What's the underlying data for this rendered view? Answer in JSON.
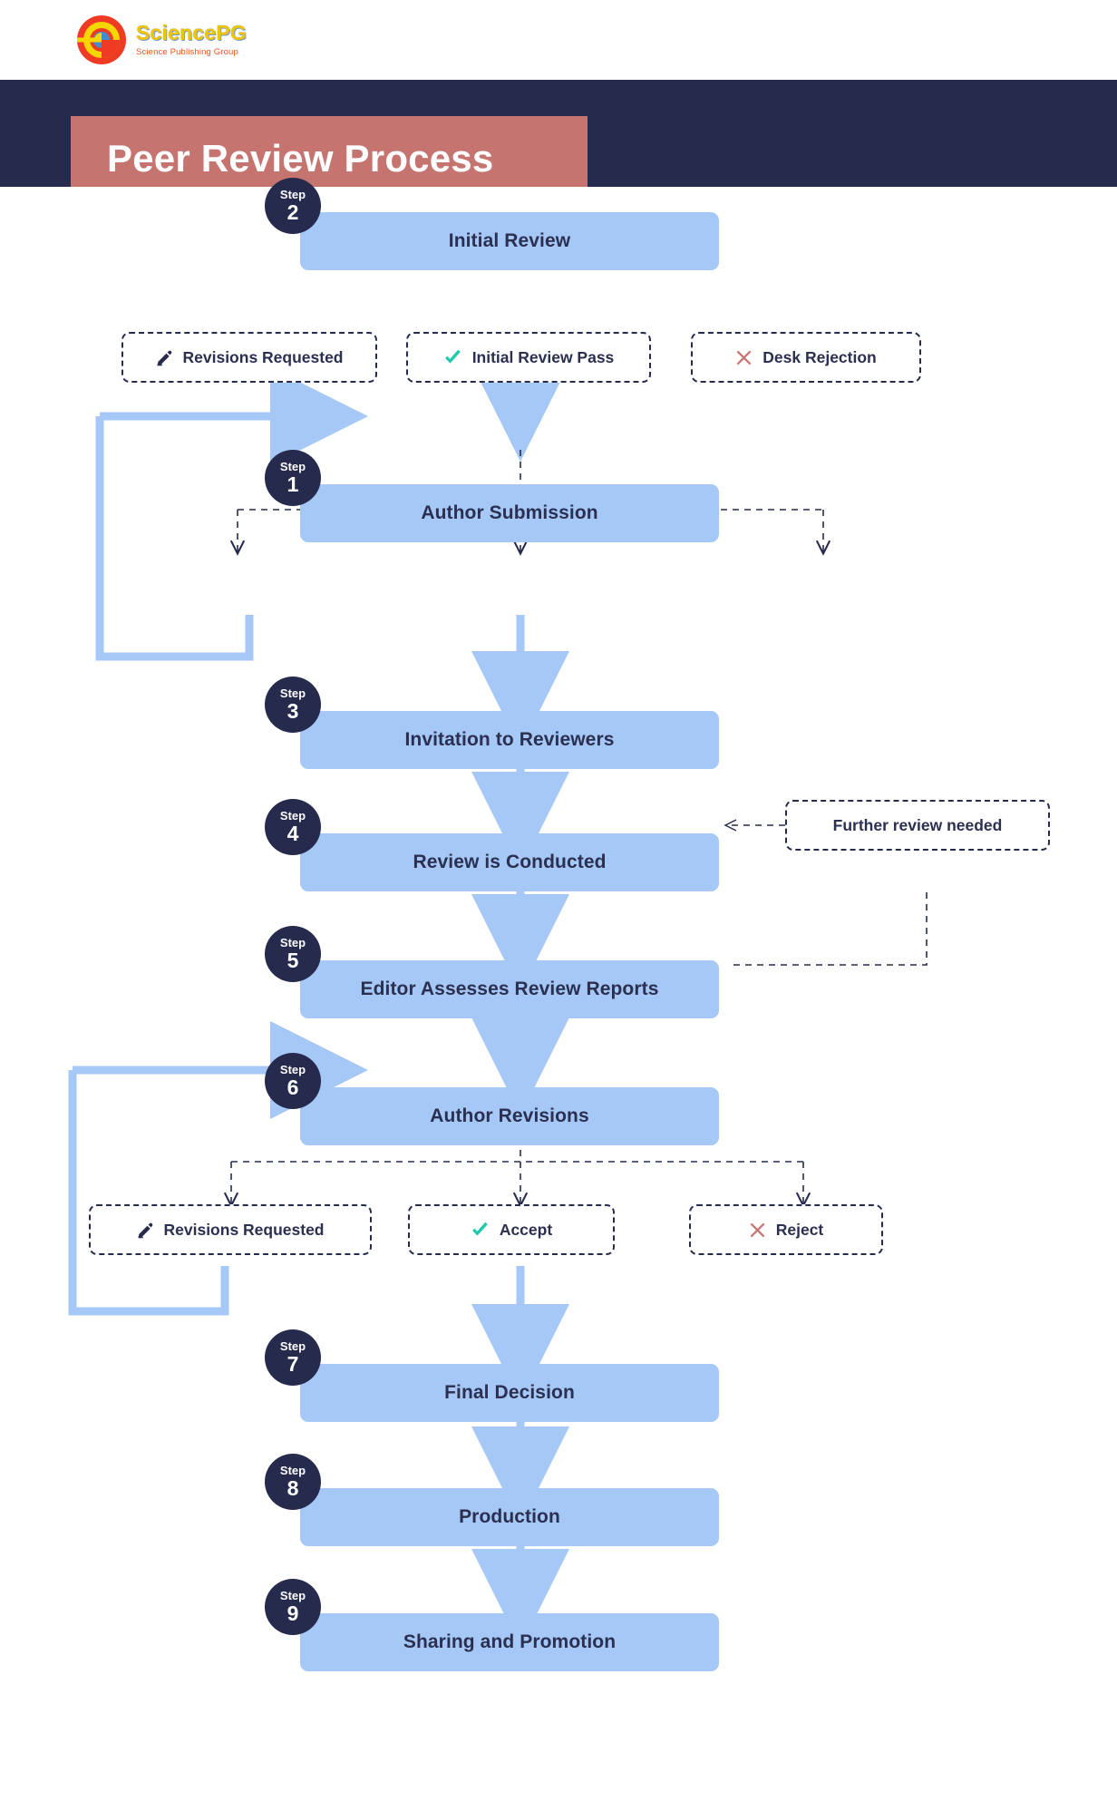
{
  "brand": {
    "name": "SciencePG",
    "tagline": "Science Publishing Group",
    "logo_icon": "sciencepg-circles-logo",
    "colors": {
      "title": "#f0c400",
      "tagline": "#e8541f",
      "ring": "#ef3b24",
      "inner": "#f7d600",
      "dot": "#3d8fd1"
    }
  },
  "header": {
    "title": "Peer Review Process",
    "band_color": "#262b4d",
    "banner_color": "#c6746f",
    "title_color": "#ffffff"
  },
  "theme": {
    "step_box": "#a6c8f7",
    "step_badge": "#262b4d",
    "text": "#2b2f50",
    "arrow": "#a6c8f7",
    "dashed": "#262b4d",
    "accept_green": "#1ec9ad",
    "reject_red": "#c6746f"
  },
  "steps": [
    {
      "n": "1",
      "word": "Step",
      "label": "Author Submission"
    },
    {
      "n": "2",
      "word": "Step",
      "label": "Initial Review"
    },
    {
      "n": "3",
      "word": "Step",
      "label": "Invitation to Reviewers"
    },
    {
      "n": "4",
      "word": "Step",
      "label": "Review is Conducted"
    },
    {
      "n": "5",
      "word": "Step",
      "label": "Editor Assesses Review Reports"
    },
    {
      "n": "6",
      "word": "Step",
      "label": "Author Revisions"
    },
    {
      "n": "7",
      "word": "Step",
      "label": "Final Decision"
    },
    {
      "n": "8",
      "word": "Step",
      "label": "Production"
    },
    {
      "n": "9",
      "word": "Step",
      "label": "Sharing and Promotion"
    }
  ],
  "branch_one": [
    {
      "label": "Revisions Requested",
      "icon": "pencil-icon"
    },
    {
      "label": "Initial Review Pass",
      "icon": "check-icon"
    },
    {
      "label": "Desk Rejection",
      "icon": "cross-icon"
    }
  ],
  "branch_two": [
    {
      "label": "Revisions Requested",
      "icon": "pencil-icon"
    },
    {
      "label": "Accept",
      "icon": "check-icon"
    },
    {
      "label": "Reject",
      "icon": "cross-icon"
    }
  ],
  "side_note": {
    "label": "Further review needed"
  }
}
